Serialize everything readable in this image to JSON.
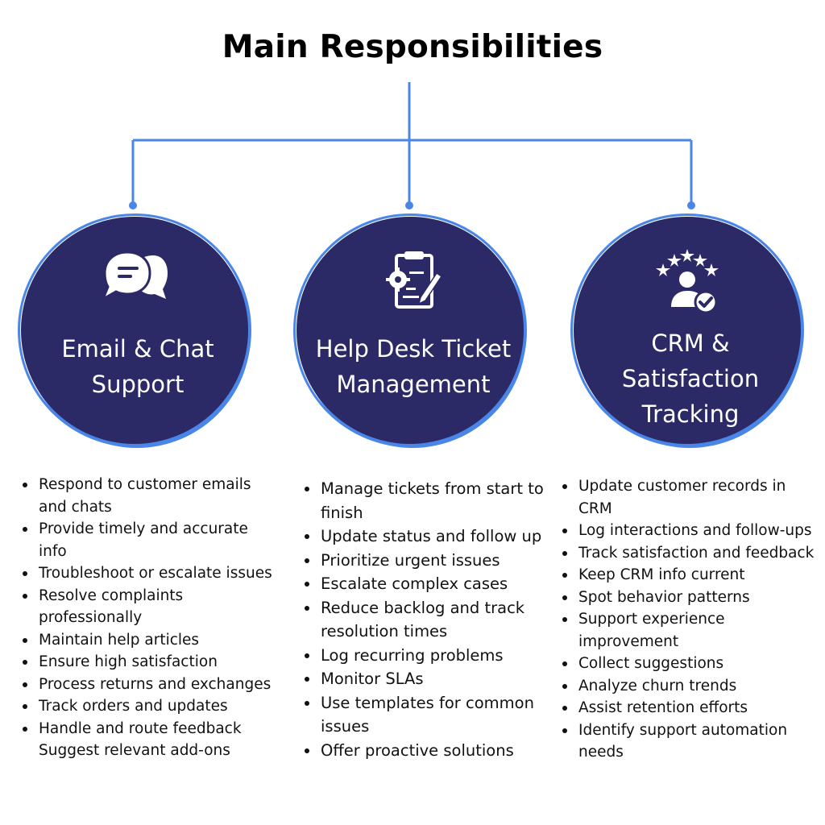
{
  "title": "Main Responsibilities",
  "colors": {
    "accent": "#4a86e8",
    "circle_fill": "#2b2966",
    "text": "#111111"
  },
  "columns": [
    {
      "icon": "chat-bubbles-icon",
      "label_lines": [
        "Email & Chat",
        "Support"
      ],
      "items": [
        "Respond to customer emails and chats",
        "Provide timely and accurate info",
        "Troubleshoot or escalate issues",
        "Resolve complaints professionally",
        "Maintain help articles",
        "Ensure high satisfaction",
        "Process returns and exchanges",
        "Track orders and updates",
        "Handle and route feedback",
        "Suggest relevant add-ons"
      ]
    },
    {
      "icon": "clipboard-gear-icon",
      "label_lines": [
        "Help Desk Ticket",
        "Management"
      ],
      "items": [
        "Manage tickets from start to finish",
        "Update status and follow up",
        "Prioritize urgent issues",
        "Escalate complex cases",
        "Reduce backlog and track resolution times",
        "Log recurring problems",
        "Monitor SLAs",
        "Use templates for common issues",
        "Offer proactive solutions"
      ]
    },
    {
      "icon": "user-stars-check-icon",
      "label_lines": [
        "CRM &",
        "Satisfaction",
        "Tracking"
      ],
      "items": [
        "Update customer records in CRM",
        "Log interactions and follow-ups",
        "Track satisfaction and feedback",
        "Keep CRM info current",
        "Spot behavior patterns",
        "Support experience improvement",
        "Collect suggestions",
        "Analyze churn trends",
        "Assist retention efforts",
        "Identify support automation needs"
      ]
    }
  ]
}
